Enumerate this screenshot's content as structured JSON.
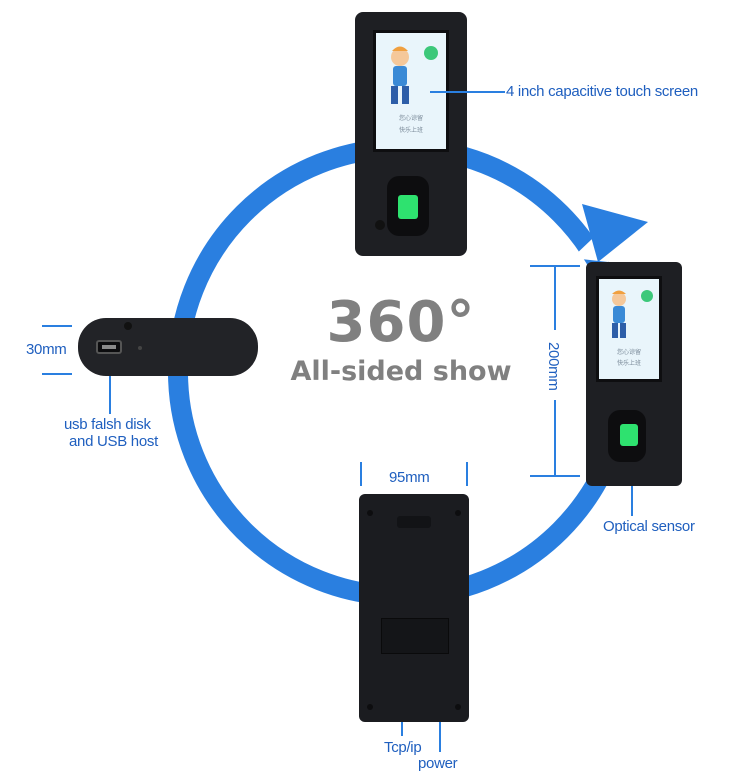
{
  "title": {
    "number": "360°",
    "subtitle": "All-sided show"
  },
  "labels": {
    "touch_screen": "4 inch capacitive touch screen",
    "height": "200mm",
    "width": "95mm",
    "depth": "30mm",
    "optical_sensor": "Optical sensor",
    "usb_line1": "usb falsh disk",
    "usb_line2": "and USB host",
    "tcpip": "Tcp/ip",
    "power": "power"
  },
  "screen_text": {
    "line1": "您心谅留",
    "line2": "快乐上班"
  },
  "colors": {
    "accent": "#2a7fe0",
    "label": "#1f5fbf",
    "device": "#1e1f23",
    "sensor": "#2ee26f",
    "title": "#808080"
  }
}
